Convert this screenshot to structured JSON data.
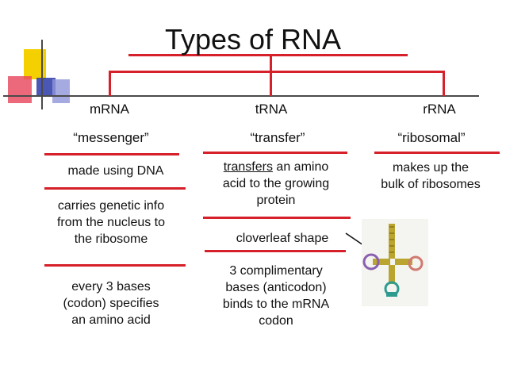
{
  "title": "Types of RNA",
  "columns": [
    {
      "name": "mRNA",
      "nickname": "“messenger”",
      "facts": [
        [
          "made using DNA"
        ],
        [
          "carries genetic info",
          "from the nucleus to",
          "the ribosome"
        ],
        [
          "every 3 bases",
          "(codon) specifies",
          "an amino acid"
        ]
      ]
    },
    {
      "name": "tRNA",
      "nickname": "“transfer”",
      "fact1_emphasis": "transfers",
      "fact1_rest": " an amino",
      "fact1_lines": [
        "acid to the growing",
        "protein"
      ],
      "fact2": "cloverleaf shape",
      "fact3": [
        "3 complimentary",
        "bases (anticodon)",
        "binds to the mRNA",
        "codon"
      ]
    },
    {
      "name": "rRNA",
      "nickname": "“ribosomal”",
      "facts": [
        [
          "makes up the",
          "bulk of ribosomes"
        ]
      ]
    }
  ],
  "colors": {
    "accent_red": "#d6202a",
    "deco_yellow": "#f5d000",
    "deco_blue": "#2b3aa8",
    "deco_pink": "#e7435a"
  },
  "icons": {
    "trna_structure": "trna-cloverleaf-diagram"
  }
}
